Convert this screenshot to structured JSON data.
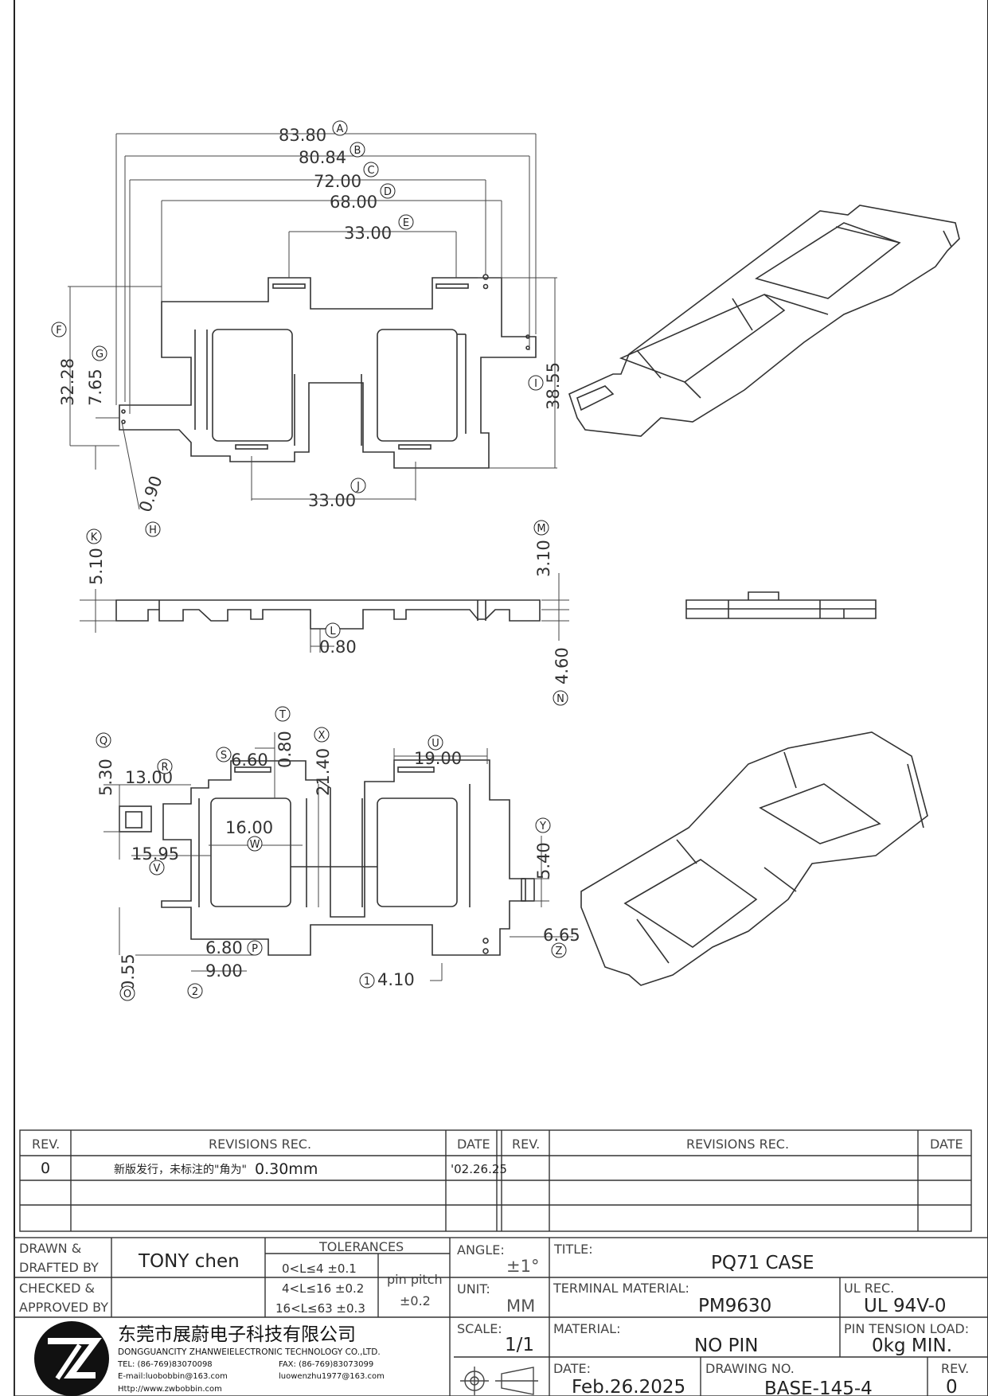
{
  "dimensions": [
    {
      "id": "dim-83-80",
      "value": "83.80",
      "bubble": "A"
    },
    {
      "id": "dim-80-84",
      "value": "80.84",
      "bubble": "B"
    },
    {
      "id": "dim-72-00",
      "value": "72.00",
      "bubble": "C"
    },
    {
      "id": "dim-68-00",
      "value": "68.00",
      "bubble": "D"
    },
    {
      "id": "dim-33-00-top",
      "value": "33.00",
      "bubble": "E"
    },
    {
      "id": "dim-32-28",
      "value": "32.28",
      "bubble": "F"
    },
    {
      "id": "dim-7-65",
      "value": "7.65",
      "bubble": "G"
    },
    {
      "id": "dim-0-90",
      "value": "0.90",
      "bubble": "H"
    },
    {
      "id": "dim-38-55",
      "value": "38.55",
      "bubble": "I"
    },
    {
      "id": "dim-33-00-bottom",
      "value": "33.00",
      "bubble": "J"
    },
    {
      "id": "dim-5-10",
      "value": "5.10",
      "bubble": "K"
    },
    {
      "id": "dim-0-80",
      "value": "0.80",
      "bubble": "L"
    },
    {
      "id": "dim-3-10",
      "value": "3.10",
      "bubble": "M"
    },
    {
      "id": "dim-4-60",
      "value": "4.60",
      "bubble": "N"
    },
    {
      "id": "dim-0-55",
      "value": "0.55",
      "bubble": "O"
    },
    {
      "id": "dim-6-80",
      "value": "6.80",
      "bubble": "P"
    },
    {
      "id": "dim-5-30",
      "value": "5.30",
      "bubble": "Q"
    },
    {
      "id": "dim-13-00",
      "value": "13.00",
      "bubble": "R"
    },
    {
      "id": "dim-6-60",
      "value": "6.60",
      "bubble": "S"
    },
    {
      "id": "dim-0-80b",
      "value": "0.80",
      "bubble": "T"
    },
    {
      "id": "dim-19-00",
      "value": "19.00",
      "bubble": "U"
    },
    {
      "id": "dim-15-95",
      "value": "15.95",
      "bubble": "V"
    },
    {
      "id": "dim-16-00",
      "value": "16.00",
      "bubble": "W"
    },
    {
      "id": "dim-21-40",
      "value": "21.40",
      "bubble": "X"
    },
    {
      "id": "dim-5-40",
      "value": "5.40",
      "bubble": "Y"
    },
    {
      "id": "dim-6-65",
      "value": "6.65",
      "bubble": "Z"
    },
    {
      "id": "dim-9-00",
      "value": "9.00",
      "bubble": "2"
    },
    {
      "id": "dim-4-10",
      "value": "4.10",
      "bubble": "1"
    }
  ],
  "revisions": {
    "header": {
      "rev": "REV.",
      "rec": "REVISIONS   REC.",
      "date": "DATE"
    },
    "rows": [
      {
        "rev": "0",
        "rec": "新版发行，未标注的\"角为\"",
        "rec_value": "0.30mm",
        "date": "'02.26.25"
      }
    ]
  },
  "title_block": {
    "drawn_label": "DRAWN &",
    "drafted_label": "DRAFTED BY",
    "drawn_by": "TONY  chen",
    "checked_label": "CHECKED &",
    "approved_label": "APPROVED BY",
    "tolerances_label": "TOLERANCES",
    "tol1": "0<L≤4   ±0.1",
    "tol2": "4<L≤16  ±0.2",
    "tol3": "16<L≤63 ±0.3",
    "pin_pitch_label": "pin pitch",
    "pin_pitch_value": "±0.2",
    "angle_label": "ANGLE:",
    "angle_value": "±1°",
    "unit_label": "UNIT:",
    "unit_value": "MM",
    "scale_label": "SCALE:",
    "scale_value": "1/1",
    "title_label": "TITLE:",
    "title_value": "PQ71  CASE",
    "terminal_material_label": "TERMINAL MATERIAL:",
    "terminal_material_value": "PM9630",
    "ul_rec_label": "UL REC.",
    "ul_rec_value": "UL  94V-0",
    "material_label": "MATERIAL:",
    "material_value": "NO  PIN",
    "pin_tension_label": "PIN TENSION LOAD:",
    "pin_tension_value": "0kg  MIN.",
    "date_label": "DATE:",
    "date_value": "Feb.26.2025",
    "drawing_no_label": "DRAWING NO.",
    "drawing_no_value": "BASE-145-4",
    "rev_label": "REV.",
    "rev_value": "0",
    "company_cn": "东莞市展蔚电子科技有限公司",
    "company_en": "DONGGUANCITY ZHANWEIELECTRONIC TECHNOLOGY CO.,LTD.",
    "tel": "TEL: (86-769)83070098",
    "fax": "FAX: (86-769)83073099",
    "email": "E-mail:luobobbin@163.com",
    "email2": "luowenzhu1977@163.com",
    "http": "Http://www.zwbobbin.com"
  }
}
